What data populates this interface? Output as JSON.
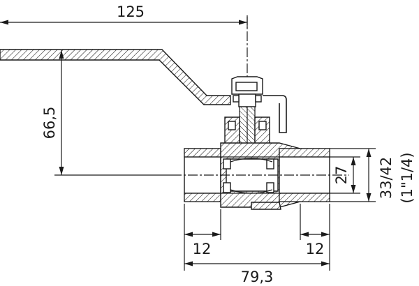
{
  "dimensions": {
    "handle_length": "125",
    "handle_height": "66,5",
    "thread_length_left": "12",
    "thread_length_right": "12",
    "overall_length": "79,3",
    "bore": "27",
    "thread_diameter": "33/42",
    "thread_size": "(1\"1/4)"
  }
}
